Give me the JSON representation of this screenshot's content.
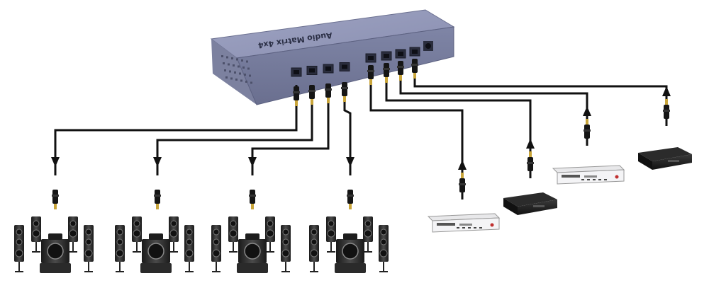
{
  "device": {
    "name": "Audio Matrix 4x4",
    "label_text": "Audio Matrix 4x4",
    "body_color": "#8d93b4",
    "panel_color": "#6f7596",
    "port_count_left": 4,
    "port_count_right": 4
  },
  "outputs": {
    "count": 4,
    "type": "home-theater-speaker-set",
    "icon": "speaker-set-icon"
  },
  "sources": {
    "items": [
      {
        "type": "dvd-player",
        "icon": "dvd-player-icon"
      },
      {
        "type": "set-top-box",
        "icon": "set-top-box-icon"
      },
      {
        "type": "dvd-player",
        "icon": "dvd-player-icon"
      },
      {
        "type": "set-top-box",
        "icon": "set-top-box-icon"
      }
    ]
  },
  "cable": {
    "type": "optical-toslink",
    "color": "#111111",
    "connector_icon": "toslink-plug-icon",
    "arrow_icon": "flow-arrow-icon"
  }
}
